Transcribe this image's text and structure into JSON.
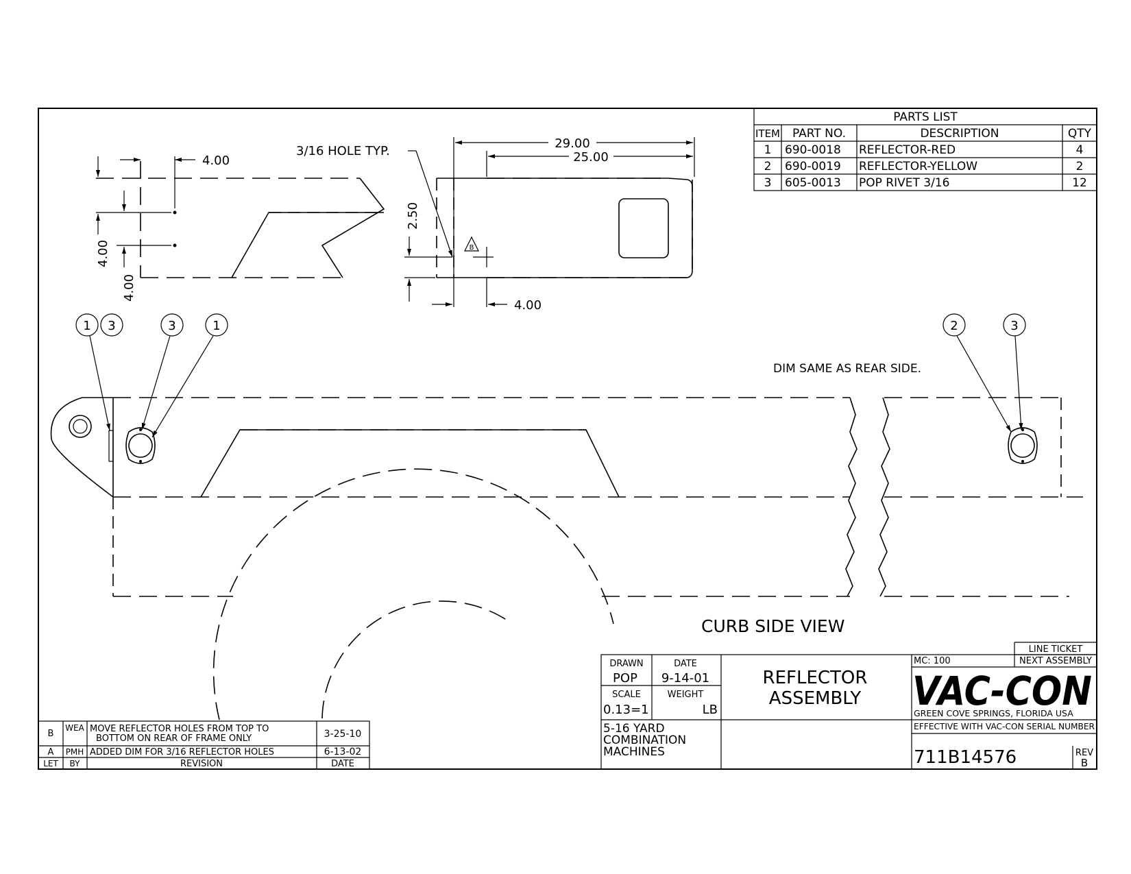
{
  "parts_list": {
    "title": "PARTS LIST",
    "headers": [
      "ITEM",
      "PART NO.",
      "DESCRIPTION",
      "QTY"
    ],
    "rows": [
      {
        "item": "1",
        "part_no": "690-0018",
        "description": "REFLECTOR-RED",
        "qty": "4"
      },
      {
        "item": "2",
        "part_no": "690-0019",
        "description": "REFLECTOR-YELLOW",
        "qty": "2"
      },
      {
        "item": "3",
        "part_no": "605-0013",
        "description": "POP RIVET 3/16",
        "qty": "12"
      }
    ]
  },
  "detail_left": {
    "dim_top": "4.00",
    "dim_vert_a": "4.00",
    "dim_vert_b": "4.00"
  },
  "detail_right": {
    "hole_note": "3/16 HOLE TYP.",
    "dim_overall": "29.00",
    "dim_inner": "25.00",
    "dim_height": "2.50",
    "dim_bottom": "4.00",
    "rev_flag": "B"
  },
  "balloons": {
    "left": [
      "1",
      "3",
      "3",
      "1"
    ],
    "right": [
      "2",
      "3"
    ]
  },
  "notes": {
    "dim_same": "DIM SAME AS REAR SIDE.",
    "view_title": "CURB SIDE VIEW"
  },
  "title_block": {
    "drawn_label": "DRAWN",
    "drawn_value": "POP",
    "date_label": "DATE",
    "date_value": "9-14-01",
    "scale_label": "SCALE",
    "scale_value": "0.13=1",
    "weight_label": "WEIGHT",
    "weight_unit": "LB",
    "title_line1": "REFLECTOR",
    "title_line2": "ASSEMBLY",
    "machine_line1": "5-16 YARD",
    "machine_line2": "COMBINATION",
    "machine_line3": "MACHINES",
    "mc": "MC: 100",
    "line_ticket": "LINE TICKET",
    "next_assembly": "NEXT ASSEMBLY",
    "logo": "VAC-CON",
    "location": "GREEN COVE SPRINGS, FLORIDA USA",
    "effective": "EFFECTIVE WITH VAC-CON SERIAL NUMBER",
    "drawing_number": "711B14576",
    "rev_label": "REV",
    "rev_value": "B"
  },
  "revisions": {
    "headers": [
      "LET",
      "BY",
      "REVISION",
      "DATE"
    ],
    "rows": [
      {
        "let": "B",
        "by": "WEA",
        "line1": "MOVE REFLECTOR HOLES FROM TOP TO",
        "line2": "BOTTOM ON REAR OF FRAME ONLY",
        "date": "3-25-10"
      },
      {
        "let": "A",
        "by": "PMH",
        "line1": "ADDED DIM FOR 3/16 REFLECTOR HOLES",
        "line2": "",
        "date": "6-13-02"
      }
    ]
  }
}
